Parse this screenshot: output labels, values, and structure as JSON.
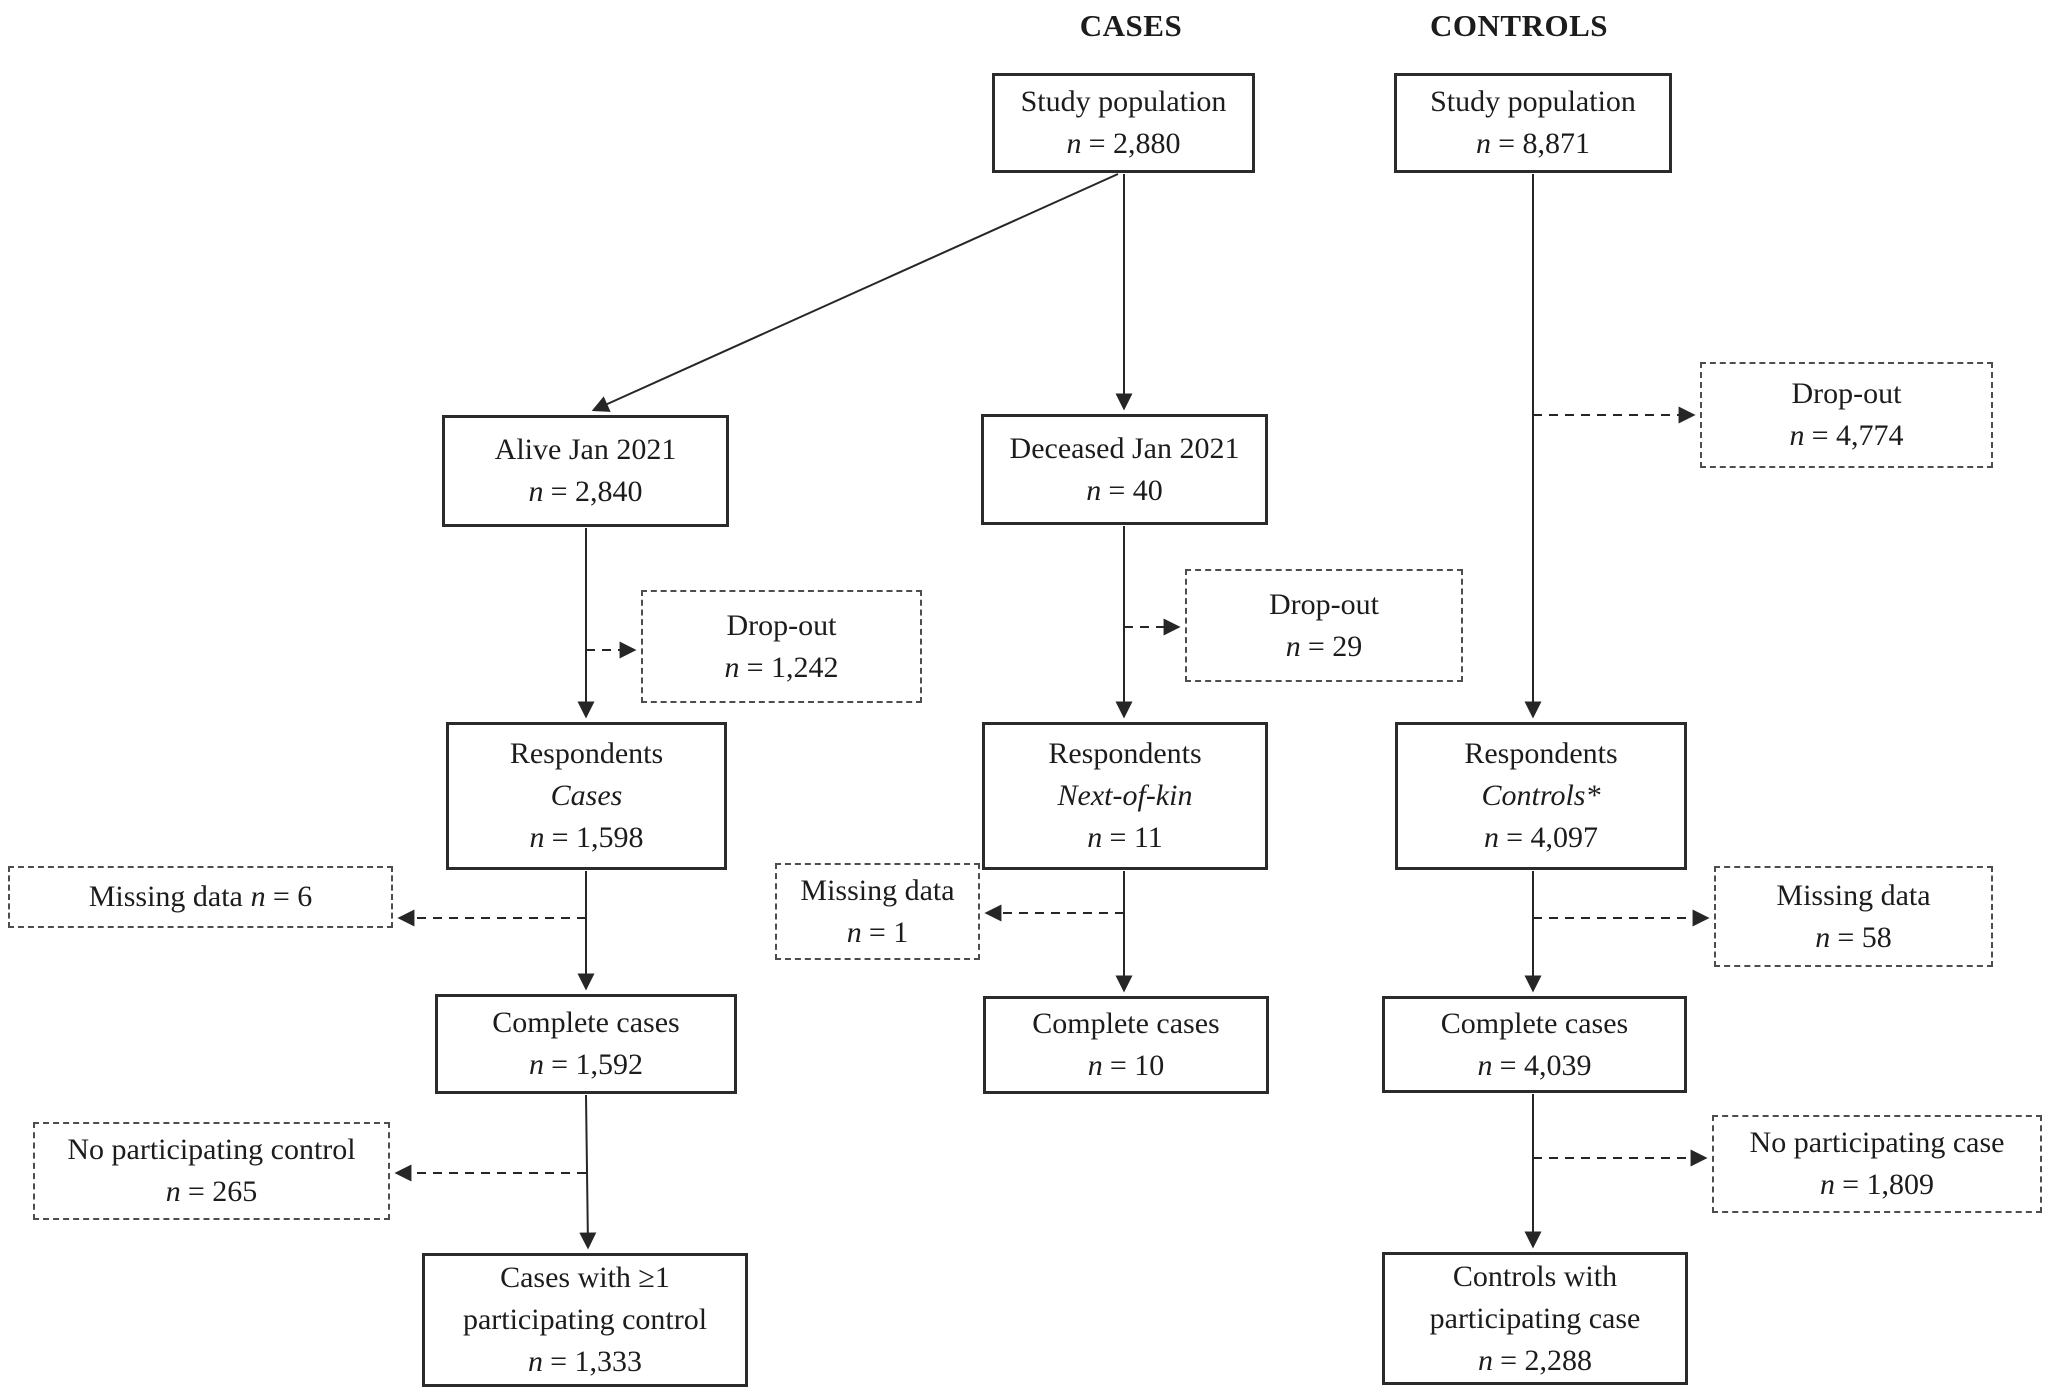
{
  "headers": {
    "cases": "CASES",
    "controls": "CONTROLS"
  },
  "colors": {
    "background": "#ffffff",
    "text": "#1c1c1c",
    "solid_border": "#2b2b2b",
    "dashed_border": "#4d4d4d",
    "arrow": "#262626"
  },
  "nodes": {
    "sp_cases": {
      "title": "Study population",
      "n_var": "n",
      "n_rest": "= 2,880"
    },
    "sp_controls": {
      "title": "Study population",
      "n_var": "n",
      "n_rest": "= 8,871"
    },
    "alive": {
      "title": "Alive Jan 2021",
      "n_var": "n",
      "n_rest": "= 2,840"
    },
    "deceased": {
      "title": "Deceased Jan 2021",
      "n_var": "n",
      "n_rest": "= 40"
    },
    "dropout_cases": {
      "title": "Drop-out",
      "n_var": "n",
      "n_rest": "= 1,242"
    },
    "dropout_nok": {
      "title": "Drop-out",
      "n_var": "n",
      "n_rest": "= 29"
    },
    "dropout_controls": {
      "title": "Drop-out",
      "n_var": "n",
      "n_rest": "= 4,774"
    },
    "resp_cases": {
      "title": "Respondents",
      "subtitle": "Cases",
      "n_var": "n",
      "n_rest": "= 1,598"
    },
    "resp_nok": {
      "title": "Respondents",
      "subtitle": "Next-of-kin",
      "n_var": "n",
      "n_rest": "= 11"
    },
    "resp_controls": {
      "title": "Respondents",
      "subtitle": "Controls*",
      "n_var": "n",
      "n_rest": "= 4,097"
    },
    "missing_cases": {
      "inline_label": "Missing data",
      "n_var": "n",
      "n_rest": "= 6"
    },
    "missing_nok": {
      "title": "Missing data",
      "n_var": "n",
      "n_rest": "= 1"
    },
    "missing_controls": {
      "title": "Missing data",
      "n_var": "n",
      "n_rest": "= 58"
    },
    "cc_cases": {
      "title": "Complete cases",
      "n_var": "n",
      "n_rest": "= 1,592"
    },
    "cc_nok": {
      "title": "Complete cases",
      "n_var": "n",
      "n_rest": "= 10"
    },
    "cc_controls": {
      "title": "Complete cases",
      "n_var": "n",
      "n_rest": "= 4,039"
    },
    "nopart_cases": {
      "title": "No participating control",
      "n_var": "n",
      "n_rest": "= 265"
    },
    "nopart_controls": {
      "title": "No participating case",
      "n_var": "n",
      "n_rest": "= 1,809"
    },
    "final_cases": {
      "title": "Cases with ≥1",
      "title2": "participating control",
      "n_var": "n",
      "n_rest": "= 1,333"
    },
    "final_controls": {
      "title": "Controls with",
      "title2": "participating case",
      "n_var": "n",
      "n_rest": "= 2,288"
    }
  }
}
